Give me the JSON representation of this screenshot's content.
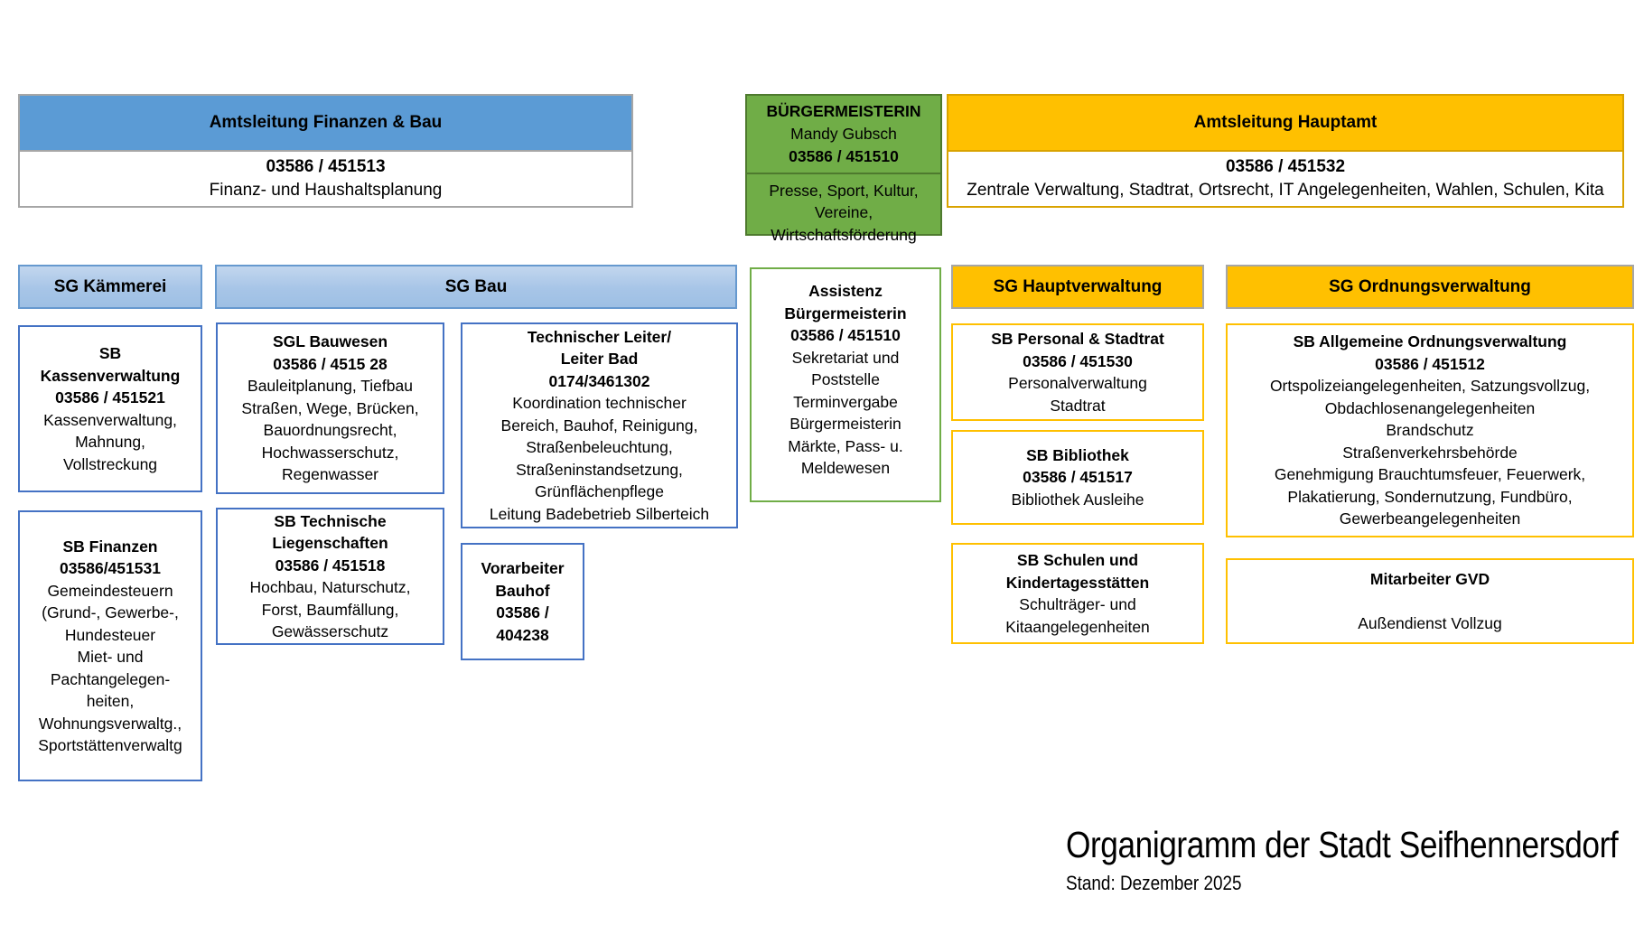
{
  "top_row": {
    "finanzen_bau": {
      "title": "Amtsleitung Finanzen & Bau",
      "phone": "03586 / 451513",
      "desc": "Finanz- und Haushaltsplanung"
    },
    "buergermeisterin": {
      "lines_top": [
        {
          "t": "BÜRGERMEISTERIN",
          "b": true
        },
        {
          "t": "Mandy Gubsch"
        },
        {
          "t": "03586 / 451510",
          "b": true
        }
      ],
      "lines_bottom": [
        {
          "t": "Presse, Sport, Kultur,"
        },
        {
          "t": "Vereine,"
        },
        {
          "t": "Wirtschaftsförderung"
        }
      ]
    },
    "hauptamt": {
      "title": "Amtsleitung Hauptamt",
      "phone": "03586 / 451532",
      "desc": "Zentrale Verwaltung, Stadtrat, Ortsrecht, IT Angelegenheiten, Wahlen, Schulen, Kita"
    }
  },
  "sg_headers": {
    "kaemmerei": "SG Kämmerei",
    "bau": "SG Bau",
    "hauptverwaltung": "SG Hauptverwaltung",
    "ordnungsverwaltung": "SG Ordnungsverwaltung"
  },
  "boxes": {
    "kassenverwaltung": {
      "lines": [
        {
          "t": "SB",
          "b": true
        },
        {
          "t": "Kassenverwaltung",
          "b": true
        },
        {
          "t": "03586 / 451521",
          "b": true
        },
        {
          "t": "Kassenverwaltung,"
        },
        {
          "t": "Mahnung,"
        },
        {
          "t": "Vollstreckung"
        }
      ]
    },
    "finanzen": {
      "lines": [
        {
          "t": "SB Finanzen",
          "b": true
        },
        {
          "t": "03586/451531",
          "b": true
        },
        {
          "t": "Gemeindesteuern"
        },
        {
          "t": "(Grund-, Gewerbe-,"
        },
        {
          "t": "Hundesteuer"
        },
        {
          "t": "Miet- und"
        },
        {
          "t": "Pachtangelegen-"
        },
        {
          "t": "heiten,"
        },
        {
          "t": "Wohnungsverwaltg.,"
        },
        {
          "t": "Sportstättenverwaltg"
        }
      ]
    },
    "bauwesen": {
      "lines": [
        {
          "t": "SGL Bauwesen",
          "b": true
        },
        {
          "t": "03586 / 4515 28",
          "b": true
        },
        {
          "t": "Bauleitplanung, Tiefbau"
        },
        {
          "t": "Straßen, Wege, Brücken,"
        },
        {
          "t": "Bauordnungsrecht,"
        },
        {
          "t": "Hochwasserschutz,"
        },
        {
          "t": "Regenwasser"
        }
      ]
    },
    "liegenschaften": {
      "lines": [
        {
          "t": "SB Technische",
          "b": true
        },
        {
          "t": "Liegenschaften",
          "b": true
        },
        {
          "t": "03586 / 451518",
          "b": true
        },
        {
          "t": "Hochbau, Naturschutz,"
        },
        {
          "t": "Forst, Baumfällung,"
        },
        {
          "t": "Gewässerschutz"
        }
      ]
    },
    "techleiter": {
      "lines": [
        {
          "t": "Technischer Leiter/",
          "b": true
        },
        {
          "t": "Leiter Bad",
          "b": true
        },
        {
          "t": "0174/3461302",
          "b": true
        },
        {
          "t": "Koordination technischer"
        },
        {
          "t": "Bereich, Bauhof, Reinigung,"
        },
        {
          "t": "Straßenbeleuchtung,"
        },
        {
          "t": "Straßeninstandsetzung,"
        },
        {
          "t": "Grünflächenpflege"
        },
        {
          "t": "Leitung Badebetrieb Silberteich"
        }
      ]
    },
    "vorarbeiter": {
      "lines": [
        {
          "t": "Vorarbeiter",
          "b": true
        },
        {
          "t": "Bauhof",
          "b": true
        },
        {
          "t": "03586 /",
          "b": true
        },
        {
          "t": "404238",
          "b": true
        }
      ]
    },
    "assistenz": {
      "lines": [
        {
          "t": "Assistenz",
          "b": true
        },
        {
          "t": "Bürgermeisterin",
          "b": true
        },
        {
          "t": "03586 / 451510",
          "b": true
        },
        {
          "t": "Sekretariat und"
        },
        {
          "t": "Poststelle"
        },
        {
          "t": "Terminvergabe"
        },
        {
          "t": "Bürgermeisterin"
        },
        {
          "t": "Märkte, Pass- u."
        },
        {
          "t": "Meldewesen"
        }
      ]
    },
    "personal": {
      "lines": [
        {
          "t": "SB Personal & Stadtrat",
          "b": true
        },
        {
          "t": "03586 / 451530",
          "b": true
        },
        {
          "t": "Personalverwaltung"
        },
        {
          "t": "Stadtrat"
        }
      ]
    },
    "bibliothek": {
      "lines": [
        {
          "t": "SB Bibliothek",
          "b": true
        },
        {
          "t": "03586 / 451517",
          "b": true
        },
        {
          "t": "Bibliothek Ausleihe"
        }
      ]
    },
    "schulen": {
      "lines": [
        {
          "t": "SB Schulen und",
          "b": true
        },
        {
          "t": "Kindertagesstätten",
          "b": true
        },
        {
          "t": "Schulträger- und"
        },
        {
          "t": "Kitaangelegenheiten"
        }
      ]
    },
    "ordnung": {
      "lines": [
        {
          "t": "SB Allgemeine Ordnungsverwaltung",
          "b": true
        },
        {
          "t": "03586 / 451512",
          "b": true
        },
        {
          "t": "Ortspolizeiangelegenheiten, Satzungsvollzug,"
        },
        {
          "t": "Obdachlosenangelegenheiten"
        },
        {
          "t": "Brandschutz"
        },
        {
          "t": "Straßenverkehrsbehörde"
        },
        {
          "t": "Genehmigung Brauchtumsfeuer, Feuerwerk,"
        },
        {
          "t": "Plakatierung, Sondernutzung, Fundbüro,"
        },
        {
          "t": "Gewerbeangelegenheiten"
        }
      ]
    },
    "gvd": {
      "lines": [
        {
          "t": "Mitarbeiter GVD",
          "b": true
        },
        {
          "t": ""
        },
        {
          "t": "Außendienst Vollzug"
        }
      ]
    }
  },
  "footer": {
    "title": "Organigramm der Stadt Seifhennersdorf",
    "subtitle": "Stand: Dezember 2025"
  },
  "colors": {
    "blue_header": "#5B9BD5",
    "light_blue_header": "#A7C5E7",
    "green_fill": "#70AD47",
    "green_border": "#4E7A2E",
    "gold_fill": "#FFC000",
    "blue_box_border": "#4472C4",
    "gray_border": "#A6A6A6"
  }
}
